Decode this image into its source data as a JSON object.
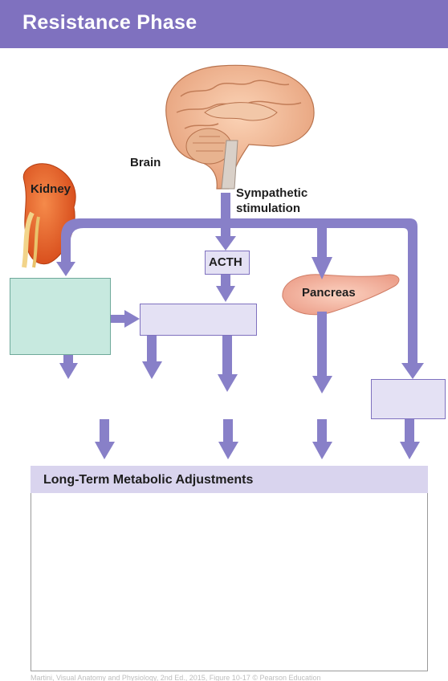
{
  "header": {
    "title": "Resistance Phase"
  },
  "labels": {
    "brain": "Brain",
    "kidney": "Kidney",
    "sympathetic": "Sympathetic",
    "stimulation": "stimulation",
    "acth": "ACTH",
    "pancreas": "Pancreas"
  },
  "adjustments": {
    "title": "Long-Term Metabolic Adjustments"
  },
  "footer": {
    "text": "Martini, Visual Anatomy and Physiology, 2nd Ed., 2015, Figure 10-17 © Pearson Education"
  },
  "colors": {
    "header": "#7f71bf",
    "arrow": "#8880c8",
    "adrenal_cortex_box": "#c7e9df",
    "lavender_box": "#e4e1f4",
    "adjust_header": "#d9d4ee"
  },
  "icons": [
    "brain-illustration",
    "kidney-illustration",
    "pancreas-illustration"
  ]
}
